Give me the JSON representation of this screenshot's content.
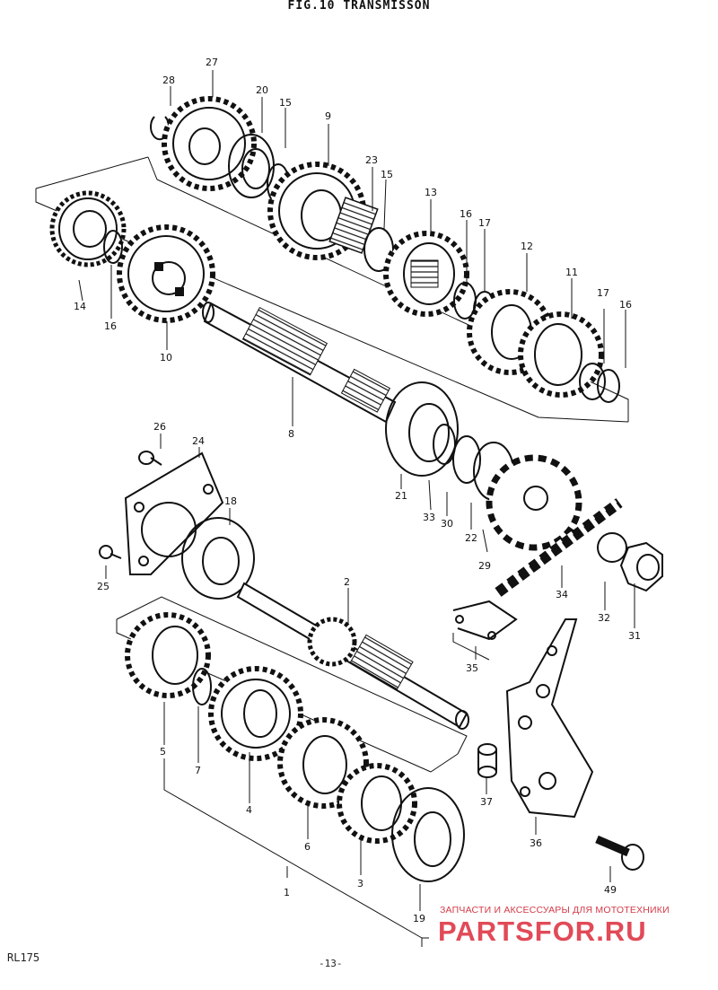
{
  "header": {
    "title": "FIG.10  TRANSMISSON"
  },
  "footer": {
    "model": "RL175",
    "page": "-13-"
  },
  "watermark": {
    "caption": "ЗАПЧАСТИ И АКСЕССУАРЫ ДЛЯ МОТОТЕХНИКИ",
    "logo": "PARTSFOR.RU"
  },
  "callouts": [
    "27",
    "28",
    "20",
    "15",
    "9",
    "23",
    "15",
    "13",
    "16",
    "17",
    "12",
    "11",
    "17",
    "16",
    "14",
    "16",
    "10",
    "8",
    "21",
    "33",
    "30",
    "22",
    "29",
    "26",
    "24",
    "18",
    "25",
    "2",
    "34",
    "32",
    "31",
    "35",
    "5",
    "7",
    "4",
    "6",
    "3",
    "19",
    "1",
    "37",
    "36",
    "49"
  ],
  "colors": {
    "ink": "#111111",
    "watermark": "#e14a57"
  }
}
